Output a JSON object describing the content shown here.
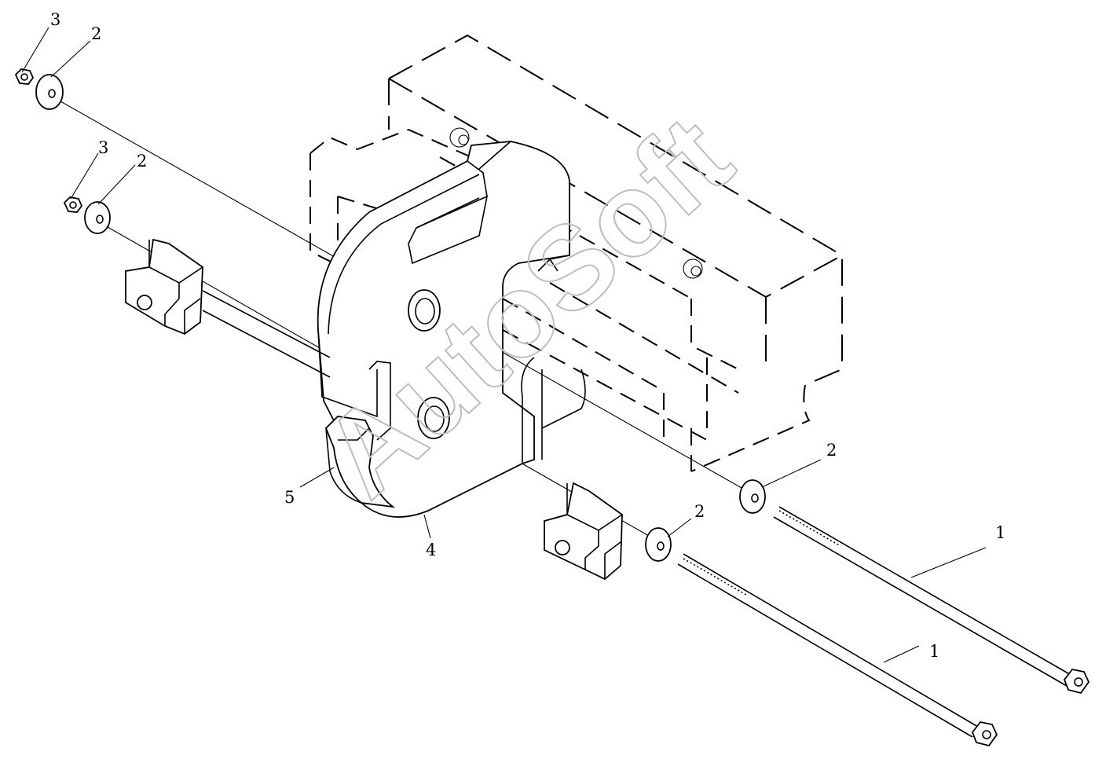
{
  "diagram": {
    "watermark": "AutoSoft",
    "callouts": {
      "c1_lower": "1",
      "c1_upper": "1",
      "c2_topleft": "2",
      "c2_midleft": "2",
      "c2_right_upper": "2",
      "c2_right_lower": "2",
      "c3_topleft": "3",
      "c3_midleft": "3",
      "c4": "4",
      "c5": "5"
    }
  }
}
